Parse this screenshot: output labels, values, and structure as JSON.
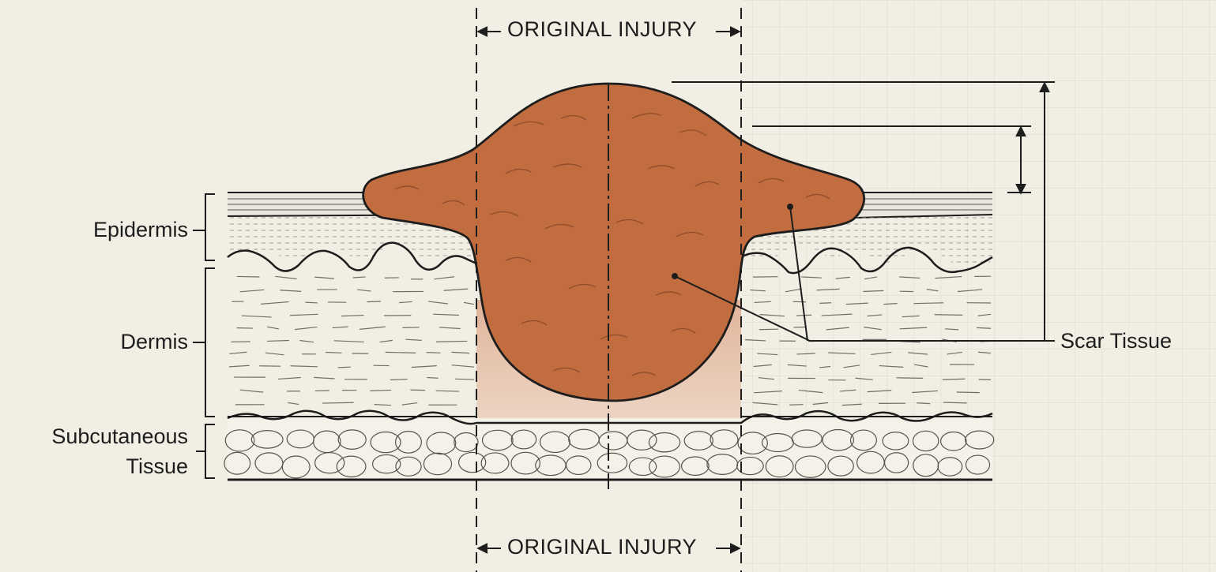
{
  "labels": {
    "epidermis": "Epidermis",
    "dermis": "Dermis",
    "subcutaneous_line1": "Subcutaneous",
    "subcutaneous_line2": "Tissue",
    "scar_tissue": "Scar Tissue",
    "original_injury_top": "ORIGINAL INJURY",
    "original_injury_bottom": "ORIGINAL INJURY"
  },
  "colors": {
    "background": "#f1efe4",
    "grid": "#dcdcd0",
    "ink": "#1d1d1d",
    "scar": "#c26d40",
    "scar_shade": "#e3b49c",
    "epidermis_fill": "#e6e4d8"
  }
}
